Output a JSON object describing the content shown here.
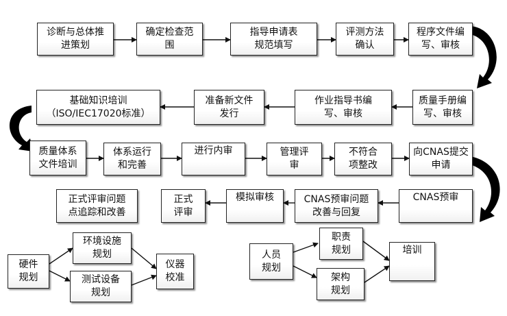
{
  "row1": {
    "diagnosis": "诊断与总体推\n进策划",
    "scope": "确定检查范\n围",
    "guide_form": "指导申请表\n规范填写",
    "eval_method": "评测方法\n确认",
    "procedure_docs": "程序文件编\n写、审核"
  },
  "row2": {
    "basic_training": "基础知识培训\n（ISO/IEC17020标准）",
    "new_doc_release": "准备新文件\n发行",
    "work_instructions": "作业指导书编\n写、审核",
    "quality_manual": "质量手册编\n写、审核"
  },
  "row3": {
    "system_training": "质量体系\n文件培训",
    "system_operation": "体系运行\n和完善",
    "internal_audit": "进行内审",
    "management_review": "管理评\n审",
    "nonconformity": "不符合\n项整改",
    "cnas_apply": "向CNAS提交\n申请"
  },
  "row4": {
    "formal_followup": "正式评审问题\n点追踪和改善",
    "formal_review": "正式\n评审",
    "mock_audit": "模拟审核",
    "cnas_pre_issues": "CNAS预审问题\n改善与回复",
    "cnas_pre": "CNAS预审"
  },
  "hardware": {
    "root": "硬件\n规划",
    "environment": "环境设施\n规划",
    "test_equipment": "测试设备\n规划",
    "calibration": "仪器\n校准"
  },
  "personnel": {
    "root": "人员\n规划",
    "duties": "职责\n规划",
    "structure": "架构\n规划",
    "training": "培训"
  }
}
